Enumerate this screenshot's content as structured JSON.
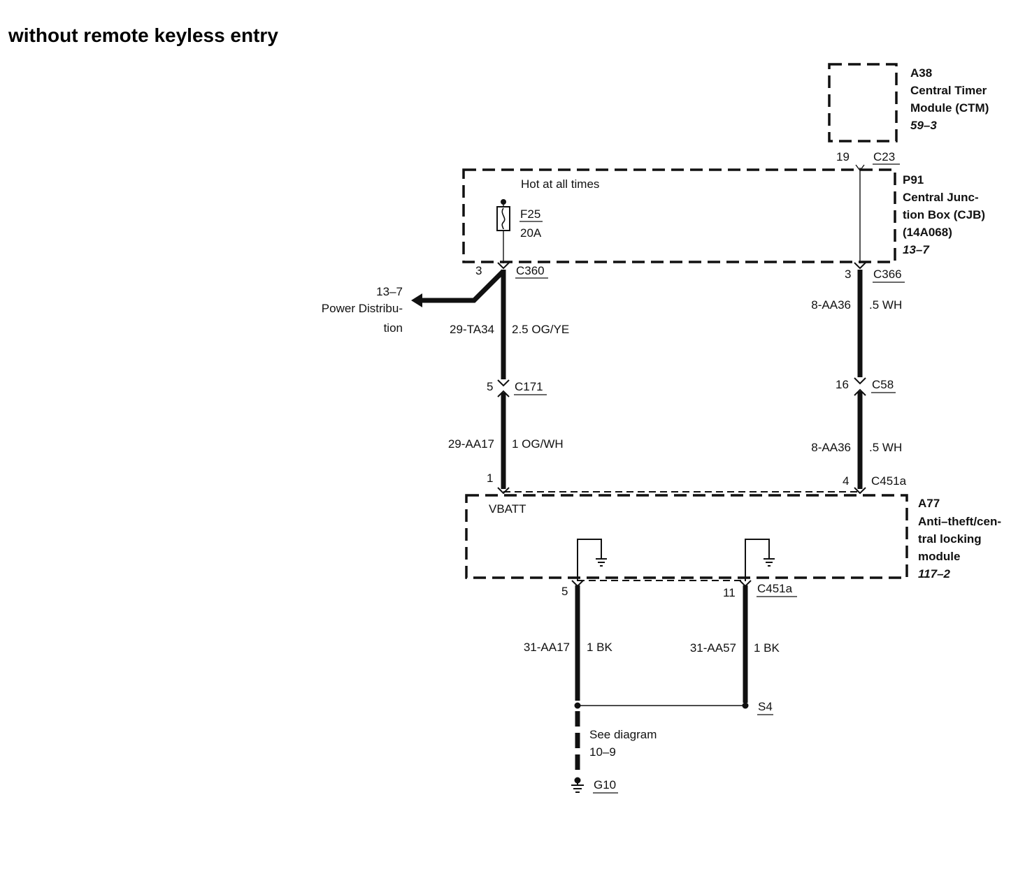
{
  "title": "without remote keyless entry",
  "components": {
    "ctm": {
      "id": "A38",
      "name_line1": "Central Timer",
      "name_line2": "Module (CTM)",
      "ref": "59–3",
      "pin": "19",
      "connector": "C23"
    },
    "cjb": {
      "id": "P91",
      "name_line1": "Central Junc-",
      "name_line2": "tion Box (CJB)",
      "name_line3": "(14A068)",
      "ref": "13–7",
      "note": "Hot at all times",
      "fuse": "F25",
      "fuse_rating": "20A"
    },
    "module": {
      "id": "A77",
      "name_line1": "Anti–theft/cen-",
      "name_line2": "tral locking",
      "name_line3": "module",
      "ref": "117–2",
      "pin_label": "VBATT"
    }
  },
  "power_distribution": {
    "ref": "13–7",
    "line1": "Power Distribu-",
    "line2": "tion"
  },
  "connectors": {
    "c360": {
      "pin": "3",
      "name": "C360"
    },
    "c366": {
      "pin": "3",
      "name": "C366"
    },
    "c171": {
      "pin": "5",
      "name": "C171"
    },
    "c58": {
      "pin": "16",
      "name": "C58"
    },
    "c451a_top_left": {
      "pin": "1"
    },
    "c451a_top_right": {
      "pin": "4",
      "name": "C451a"
    },
    "c451a_bottom_left": {
      "pin": "5"
    },
    "c451a_bottom_right": {
      "pin": "11",
      "name": "C451a"
    }
  },
  "wires": {
    "w1": {
      "circuit": "29-TA34",
      "spec": "2.5 OG/YE"
    },
    "w2": {
      "circuit": "29-AA17",
      "spec": "1 OG/WH"
    },
    "w3": {
      "circuit": "8-AA36",
      "spec": ".5 WH"
    },
    "w4": {
      "circuit": "8-AA36",
      "spec": ".5 WH"
    },
    "w5": {
      "circuit": "31-AA17",
      "spec": "1 BK"
    },
    "w6": {
      "circuit": "31-AA57",
      "spec": "1 BK"
    }
  },
  "splice": {
    "name": "S4"
  },
  "ground": {
    "name": "G10",
    "see_line1": "See diagram",
    "see_line2": "10–9"
  }
}
